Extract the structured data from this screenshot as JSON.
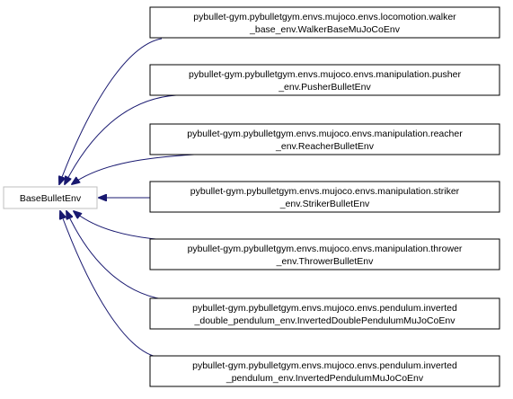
{
  "root": {
    "label": "BaseBulletEnv",
    "border_color": "#bfbfbf"
  },
  "edge_color": "#191970",
  "children": [
    {
      "line1": "pybullet-gym.pybulletgym.envs.mujoco.envs.locomotion.walker",
      "line2": "_base_env.WalkerBaseMuJoCoEnv"
    },
    {
      "line1": "pybullet-gym.pybulletgym.envs.mujoco.envs.manipulation.pusher",
      "line2": "_env.PusherBulletEnv"
    },
    {
      "line1": "pybullet-gym.pybulletgym.envs.mujoco.envs.manipulation.reacher",
      "line2": "_env.ReacherBulletEnv"
    },
    {
      "line1": "pybullet-gym.pybulletgym.envs.mujoco.envs.manipulation.striker",
      "line2": "_env.StrikerBulletEnv"
    },
    {
      "line1": "pybullet-gym.pybulletgym.envs.mujoco.envs.manipulation.thrower",
      "line2": "_env.ThrowerBulletEnv"
    },
    {
      "line1": "pybullet-gym.pybulletgym.envs.mujoco.envs.pendulum.inverted",
      "line2": "_double_pendulum_env.InvertedDoublePendulumMuJoCoEnv"
    },
    {
      "line1": "pybullet-gym.pybulletgym.envs.mujoco.envs.pendulum.inverted",
      "line2": "_pendulum_env.InvertedPendulumMuJoCoEnv"
    }
  ]
}
